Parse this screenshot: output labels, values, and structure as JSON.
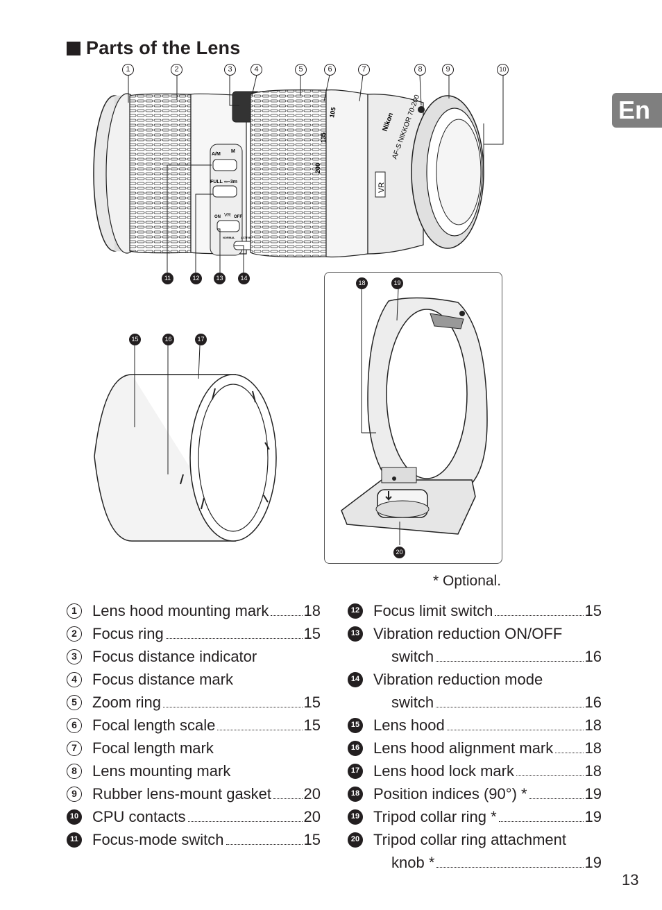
{
  "title": "Parts of the Lens",
  "language_tab": "En",
  "callout_numbers": [
    "1",
    "2",
    "3",
    "4",
    "5",
    "6",
    "7",
    "8",
    "9",
    "10",
    "11",
    "12",
    "13",
    "14",
    "15",
    "16",
    "17",
    "18",
    "19",
    "20"
  ],
  "lens_markings": {
    "focal_200": "200",
    "focal_135": "135",
    "focal_105": "105",
    "nikon": "Nikon",
    "model": "AF-S NIKKOR 70-200",
    "vr": "VR",
    "am": "A/M",
    "m": "M",
    "full": "FULL",
    "inf3m": "∞–3m",
    "on": "ON",
    "vr_small": "VR",
    "off": "OFF",
    "normal": "NORMAL",
    "active": "ACTIVE"
  },
  "optional_note": "* Optional.",
  "parts_left": [
    {
      "n": "1",
      "label": "Lens hood mounting mark",
      "page": "18"
    },
    {
      "n": "2",
      "label": "Focus ring",
      "page": "15"
    },
    {
      "n": "3",
      "label": "Focus distance indicator",
      "page": ""
    },
    {
      "n": "4",
      "label": "Focus distance mark",
      "page": ""
    },
    {
      "n": "5",
      "label": "Zoom ring",
      "page": "15"
    },
    {
      "n": "6",
      "label": "Focal length scale",
      "page": "15"
    },
    {
      "n": "7",
      "label": "Focal length mark",
      "page": ""
    },
    {
      "n": "8",
      "label": "Lens mounting mark",
      "page": ""
    },
    {
      "n": "9",
      "label": "Rubber lens-mount gasket",
      "page": "20"
    },
    {
      "n": "10",
      "label": "CPU contacts",
      "page": "20"
    },
    {
      "n": "11",
      "label": "Focus-mode switch",
      "page": "15"
    }
  ],
  "parts_right": [
    {
      "n": "12",
      "label": "Focus limit switch",
      "cont": "",
      "page": "15"
    },
    {
      "n": "13",
      "label": "Vibration reduction ON/OFF",
      "cont": "switch",
      "page": "16"
    },
    {
      "n": "14",
      "label": "Vibration reduction mode",
      "cont": "switch",
      "page": "16"
    },
    {
      "n": "15",
      "label": "Lens hood",
      "cont": "",
      "page": "18"
    },
    {
      "n": "16",
      "label": "Lens hood alignment mark",
      "cont": "",
      "page": "18"
    },
    {
      "n": "17",
      "label": "Lens hood lock mark",
      "cont": "",
      "page": "18"
    },
    {
      "n": "18",
      "label": "Position indices (90°) *",
      "cont": "",
      "page": "19"
    },
    {
      "n": "19",
      "label": "Tripod collar ring *",
      "cont": "",
      "page": "19"
    },
    {
      "n": "20",
      "label": "Tripod collar ring attachment",
      "cont": "knob *",
      "page": "19"
    }
  ],
  "page_number": "13"
}
